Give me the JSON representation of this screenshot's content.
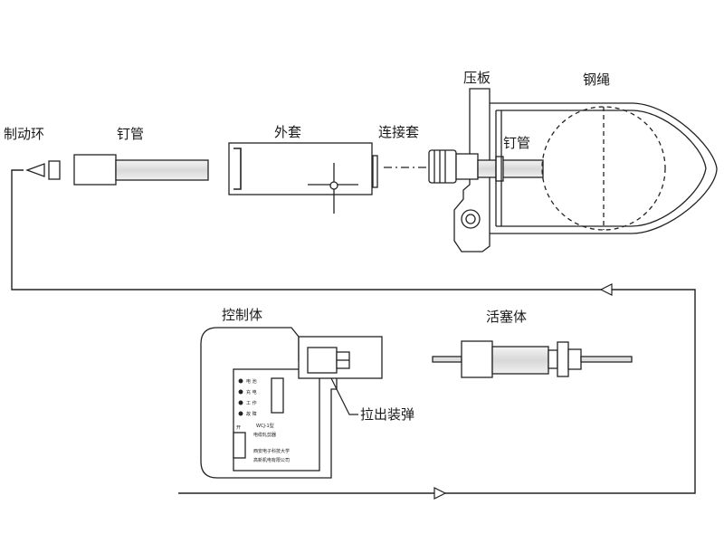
{
  "labels": {
    "brake_ring": "制动环",
    "nail_tube_left": "钉管",
    "outer_sleeve": "外套",
    "connector_sleeve": "连接套",
    "press_plate": "压板",
    "steel_rope": "钢绳",
    "nail_tube_right": "钉管",
    "control_body": "控制体",
    "piston_body": "活塞体",
    "pull_out_load": "拉出装弹"
  },
  "panel_text": {
    "led_1": "电 池",
    "led_2": "充 电",
    "led_3": "工 作",
    "led_4": "故 障",
    "model": "WCJ-1型",
    "device": "电缆轧剪器",
    "maker_1": "西安电子科技大学",
    "maker_2": "高新机电有限公司",
    "switch": "开"
  },
  "colors": {
    "stroke": "#222222",
    "background": "#ffffff"
  }
}
